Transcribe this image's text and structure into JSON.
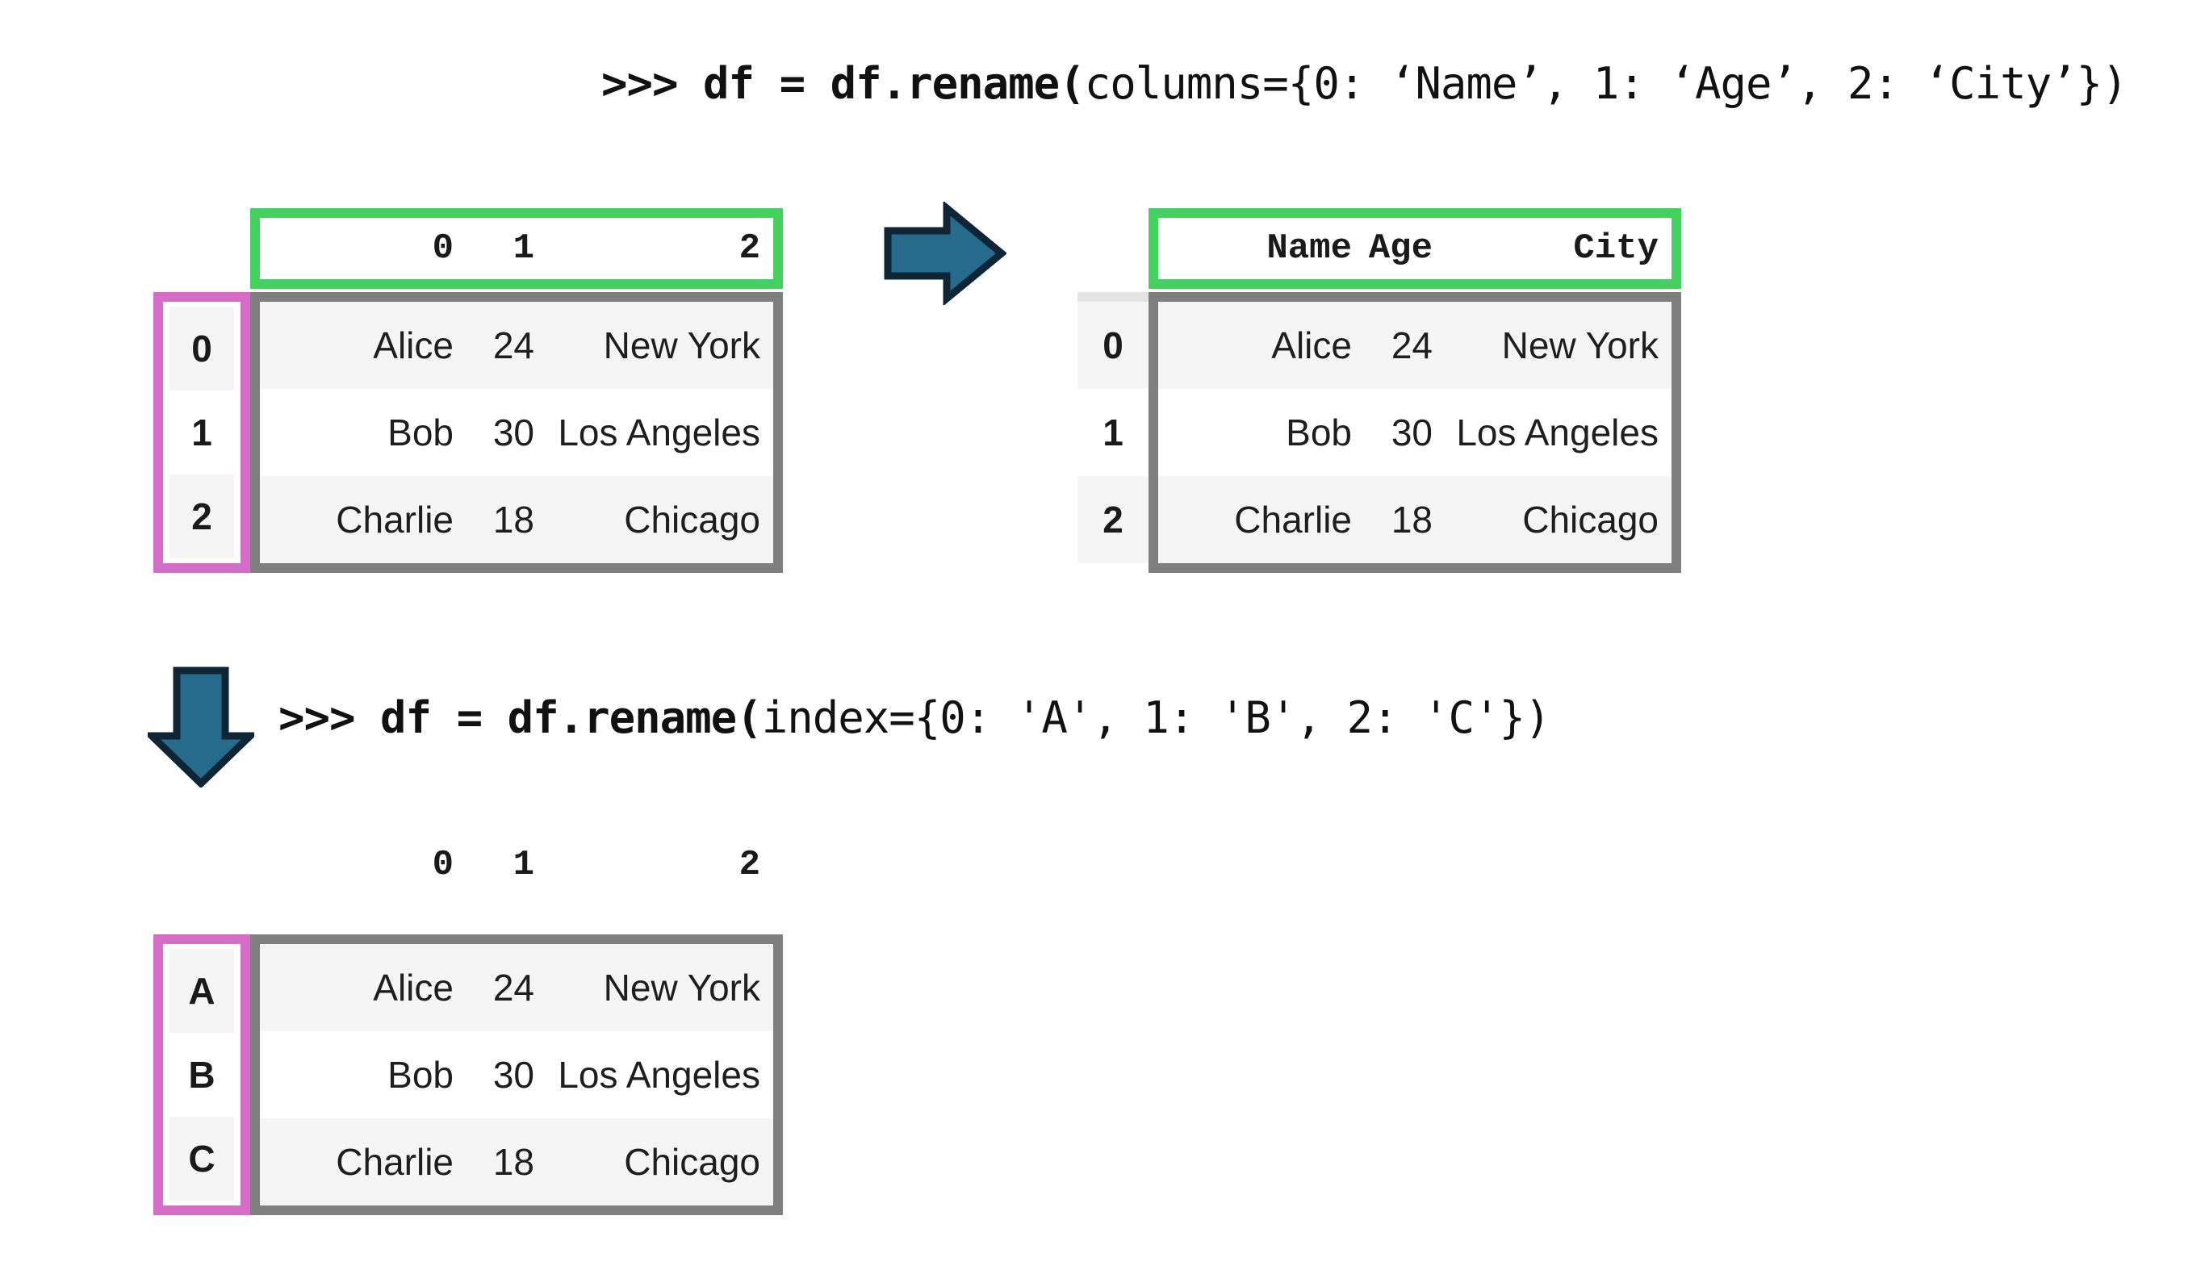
{
  "code_lines": [
    {
      "bold": ">>> df = df.rename(",
      "regular": "columns={0: ‘Name’, 1: ‘Age’, 2: ‘City’})"
    },
    {
      "bold": ">>> df = df.rename(",
      "regular": "index={0: 'A', 1: 'B', 2: 'C'})"
    }
  ],
  "tables": {
    "original": {
      "columns": [
        "0",
        "1",
        "2"
      ],
      "index": [
        "0",
        "1",
        "2"
      ],
      "rows": [
        [
          "Alice",
          "24",
          "New York"
        ],
        [
          "Bob",
          "30",
          "Los Angeles"
        ],
        [
          "Charlie",
          "18",
          "Chicago"
        ]
      ]
    },
    "renamed_columns": {
      "columns": [
        "Name",
        "Age",
        "City"
      ],
      "index": [
        "0",
        "1",
        "2"
      ],
      "rows": [
        [
          "Alice",
          "24",
          "New York"
        ],
        [
          "Bob",
          "30",
          "Los Angeles"
        ],
        [
          "Charlie",
          "18",
          "Chicago"
        ]
      ]
    },
    "renamed_index": {
      "columns": [
        "0",
        "1",
        "2"
      ],
      "index": [
        "A",
        "B",
        "C"
      ],
      "rows": [
        [
          "Alice",
          "24",
          "New York"
        ],
        [
          "Bob",
          "30",
          "Los Angeles"
        ],
        [
          "Charlie",
          "18",
          "Chicago"
        ]
      ]
    }
  },
  "icons": {
    "right_arrow": "block-arrow-right",
    "down_arrow": "block-arrow-down"
  },
  "colors": {
    "column_highlight_green": "#45d160",
    "index_highlight_pink": "#d46cc8",
    "table_border_gray": "#7f7f7f",
    "arrow_fill": "#266a8c",
    "arrow_outline": "#0e2535",
    "row_stripe": "#f5f5f6"
  }
}
